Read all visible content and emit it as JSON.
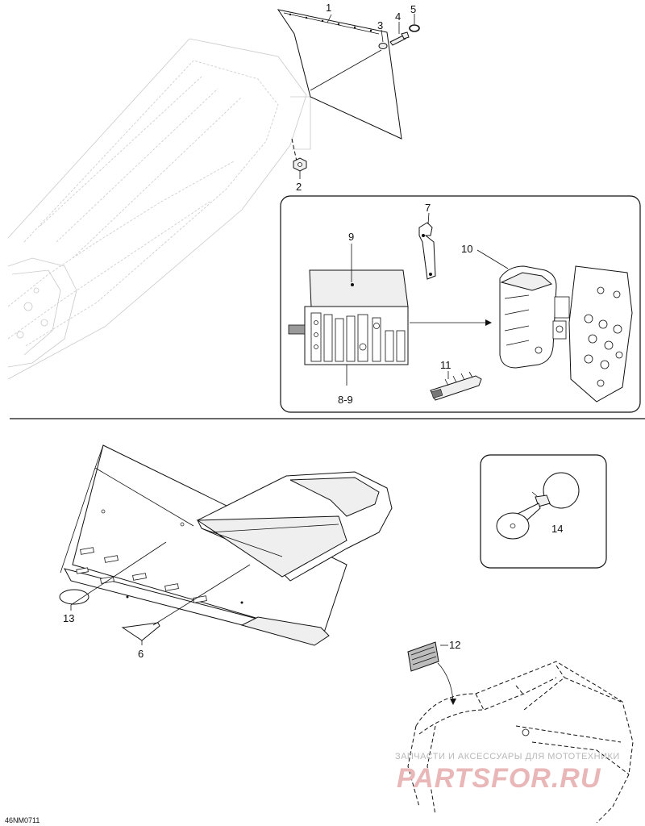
{
  "callouts": {
    "c1": "1",
    "c2": "2",
    "c3": "3",
    "c4": "4",
    "c5": "5",
    "c6": "6",
    "c7": "7",
    "c8_9": "8-9",
    "c9": "9",
    "c10": "10",
    "c11": "11",
    "c12": "12",
    "c13": "13",
    "c14": "14"
  },
  "drawing_code": "46NM0711",
  "watermark": {
    "line1": "ЗАПЧАСТИ И АКСЕССУАРЫ ДЛЯ МОТОТЕХНИКИ",
    "line2": "PARTSFOR.RU"
  },
  "colors": {
    "line": "#111111",
    "ghost": "#c9c9c9",
    "watermark": "#e9b7b7"
  }
}
